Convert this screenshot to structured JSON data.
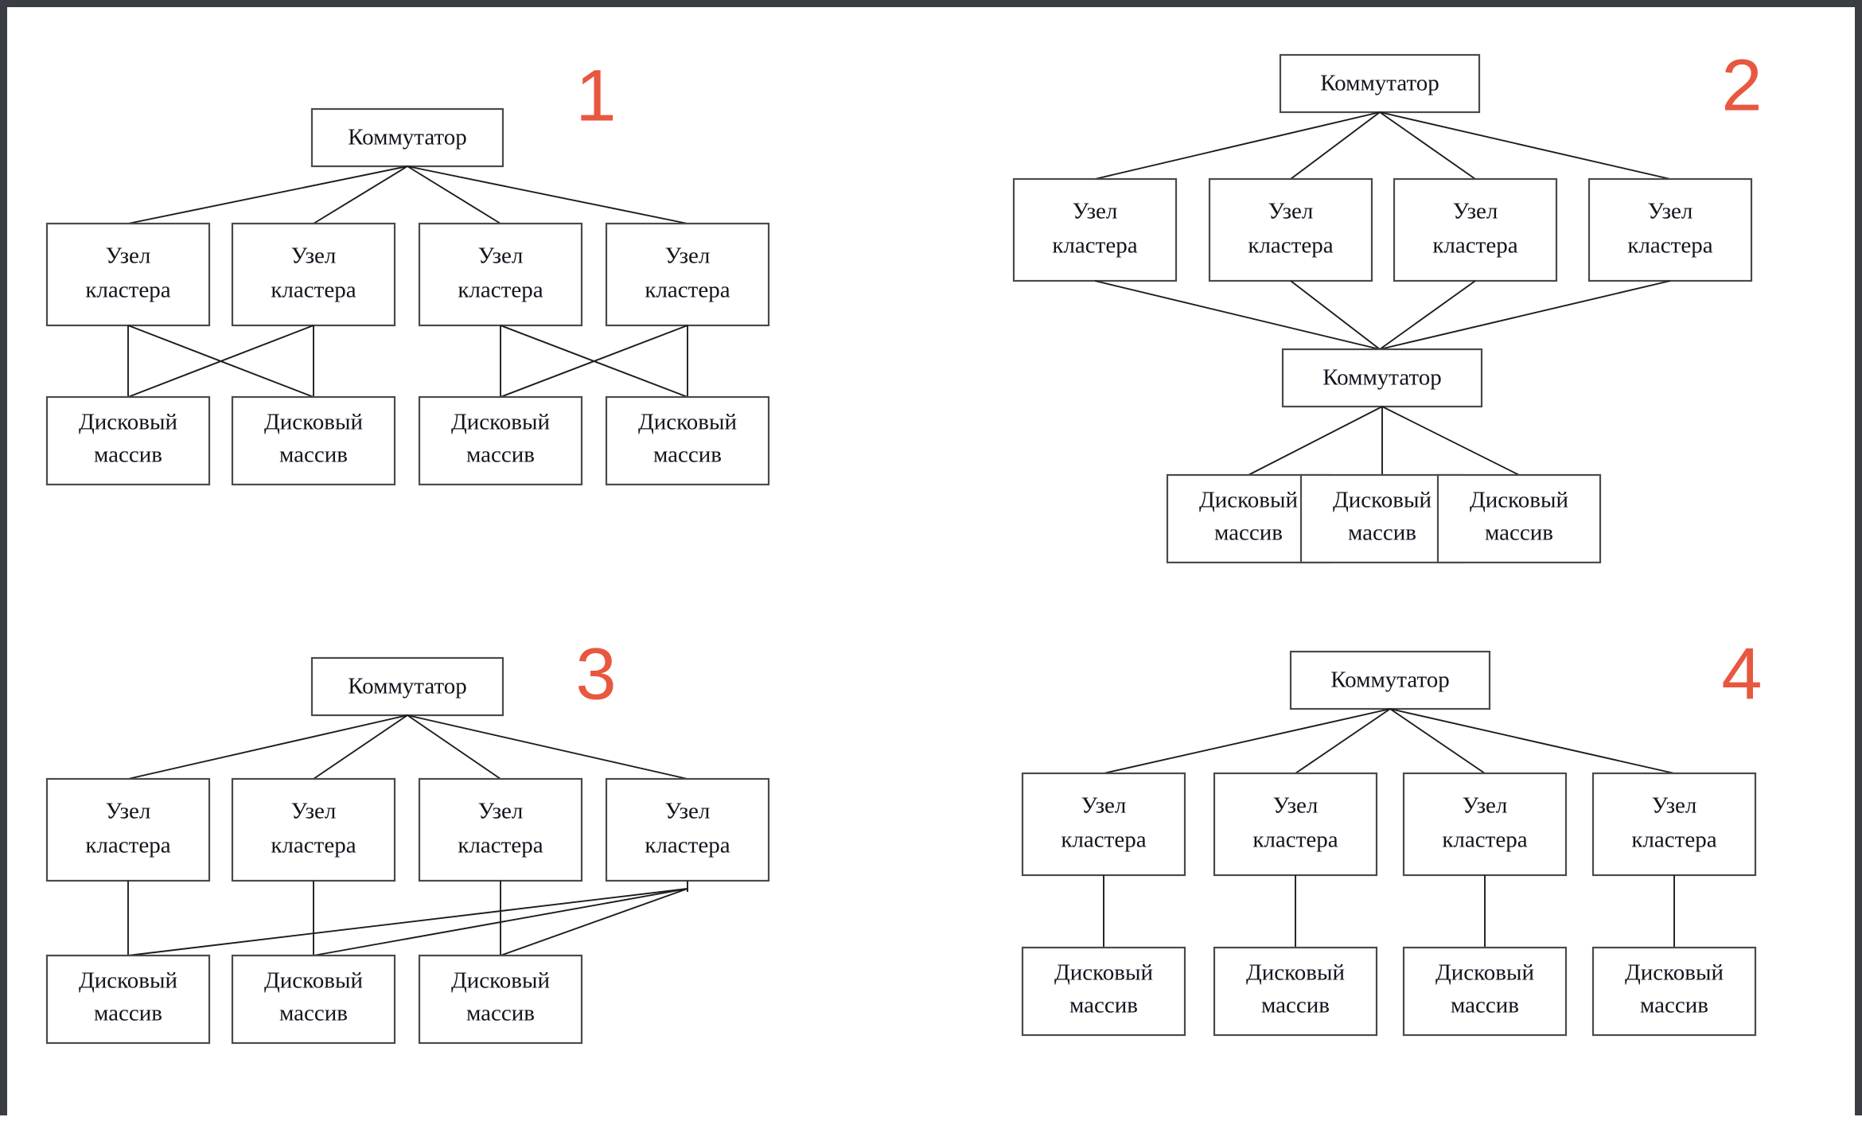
{
  "page": {
    "background": "#ffffff",
    "frame_color": "#3a3e43",
    "accent_color": "#e8573f",
    "box_stroke": "#4a4a4a",
    "edge_stroke": "#1c1c1c",
    "text_color": "#14141e"
  },
  "labels": {
    "switch": "Коммутатор",
    "cluster_node_line1": "Узел",
    "cluster_node_line2": "кластера",
    "disk_array_line1": "Дисковый",
    "disk_array_line2": "массив"
  },
  "diagrams": [
    {
      "number": "1",
      "switches": 1,
      "cluster_nodes": 4,
      "disk_arrays": 4,
      "topology": "Один коммутатор подключён к четырём узлам кластера; узлы попарно перекрёстно соединены с четырьмя дисковыми массивами",
      "links": [
        "switch-1 → node-1",
        "switch-1 → node-2",
        "switch-1 → node-3",
        "switch-1 → node-4",
        "node-1 → disk-1",
        "node-1 → disk-2",
        "node-2 → disk-1",
        "node-2 → disk-2",
        "node-3 → disk-3",
        "node-3 → disk-4",
        "node-4 → disk-3",
        "node-4 → disk-4"
      ]
    },
    {
      "number": "2",
      "switches": 2,
      "cluster_nodes": 4,
      "disk_arrays": 3,
      "topology": "Верхний коммутатор подключён к четырём узлам кластера, все узлы сходятся на нижний коммутатор, который подключён к трём дисковым массивам",
      "links": [
        "switch-top → node-1",
        "switch-top → node-2",
        "switch-top → node-3",
        "switch-top → node-4",
        "node-1 → switch-bottom",
        "node-2 → switch-bottom",
        "node-3 → switch-bottom",
        "node-4 → switch-bottom",
        "switch-bottom → disk-1",
        "switch-bottom → disk-2",
        "switch-bottom → disk-3"
      ]
    },
    {
      "number": "3",
      "switches": 1,
      "cluster_nodes": 4,
      "disk_arrays": 3,
      "topology": "Один коммутатор подключён к четырём узлам кластера; первые три узла соединены напрямую со своими дисковыми массивами, четвёртый узел соединён со всеми тремя массивами",
      "links": [
        "switch-1 → node-1",
        "switch-1 → node-2",
        "switch-1 → node-3",
        "switch-1 → node-4",
        "node-1 → disk-1",
        "node-2 → disk-2",
        "node-3 → disk-3",
        "node-4 → disk-1",
        "node-4 → disk-2",
        "node-4 → disk-3"
      ]
    },
    {
      "number": "4",
      "switches": 1,
      "cluster_nodes": 4,
      "disk_arrays": 4,
      "topology": "Один коммутатор подключён к четырём узлам кластера; каждый узел соединён со своим дисковым массивом",
      "links": [
        "switch-1 → node-1",
        "switch-1 → node-2",
        "switch-1 → node-3",
        "switch-1 → node-4",
        "node-1 → disk-1",
        "node-2 → disk-2",
        "node-3 → disk-3",
        "node-4 → disk-4"
      ]
    }
  ]
}
